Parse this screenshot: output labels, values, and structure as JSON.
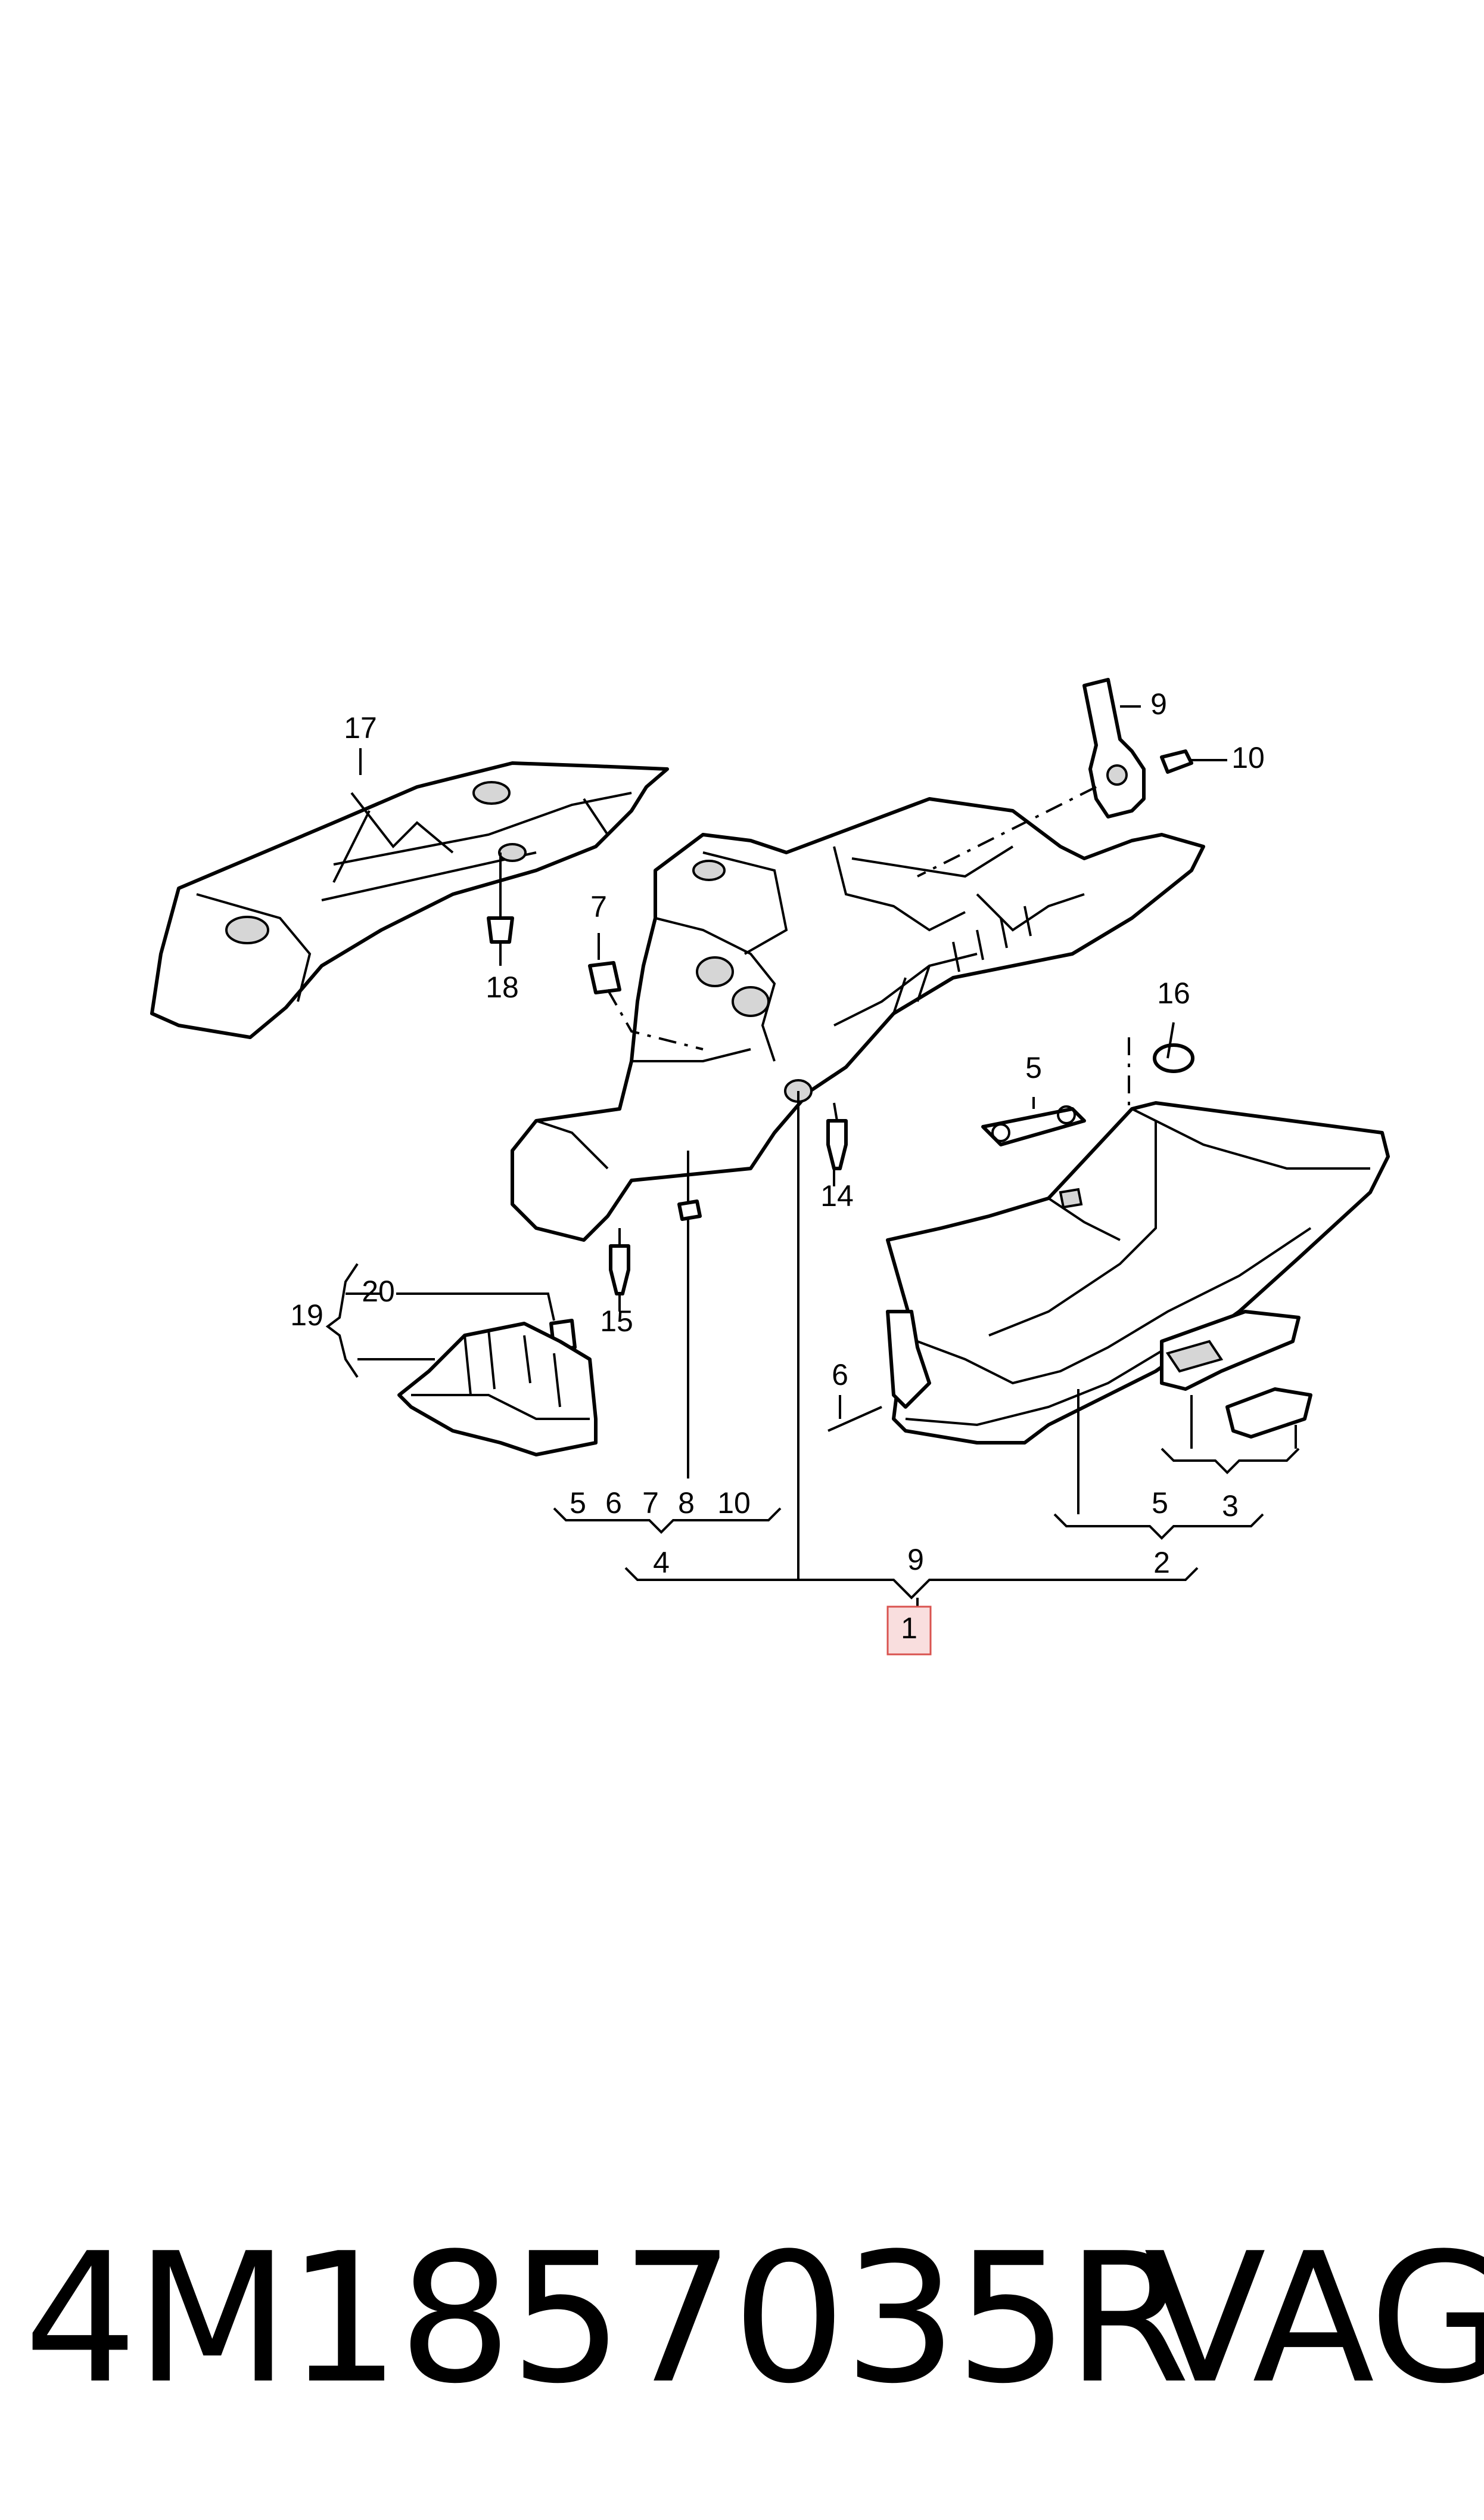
{
  "callouts": {
    "c1": "1",
    "c2": "2",
    "c3": "3",
    "c4": "4",
    "c5a": "5",
    "c5b": "5",
    "c5c": "5",
    "c6a": "6",
    "c6b": "6",
    "c7a": "7",
    "c7b": "7",
    "c8": "8",
    "c9a": "9",
    "c9b": "9",
    "c10a": "10",
    "c10b": "10",
    "c14": "14",
    "c15": "15",
    "c16": "16",
    "c17": "17",
    "c18": "18",
    "c19": "19",
    "c20": "20"
  },
  "footer": {
    "part_number": "4M1857035R",
    "brand": "VAG"
  },
  "colors": {
    "highlight_fill": "#f9dede",
    "highlight_stroke": "#d9534f",
    "line": "#000000",
    "shade": "#d6d6d6"
  }
}
